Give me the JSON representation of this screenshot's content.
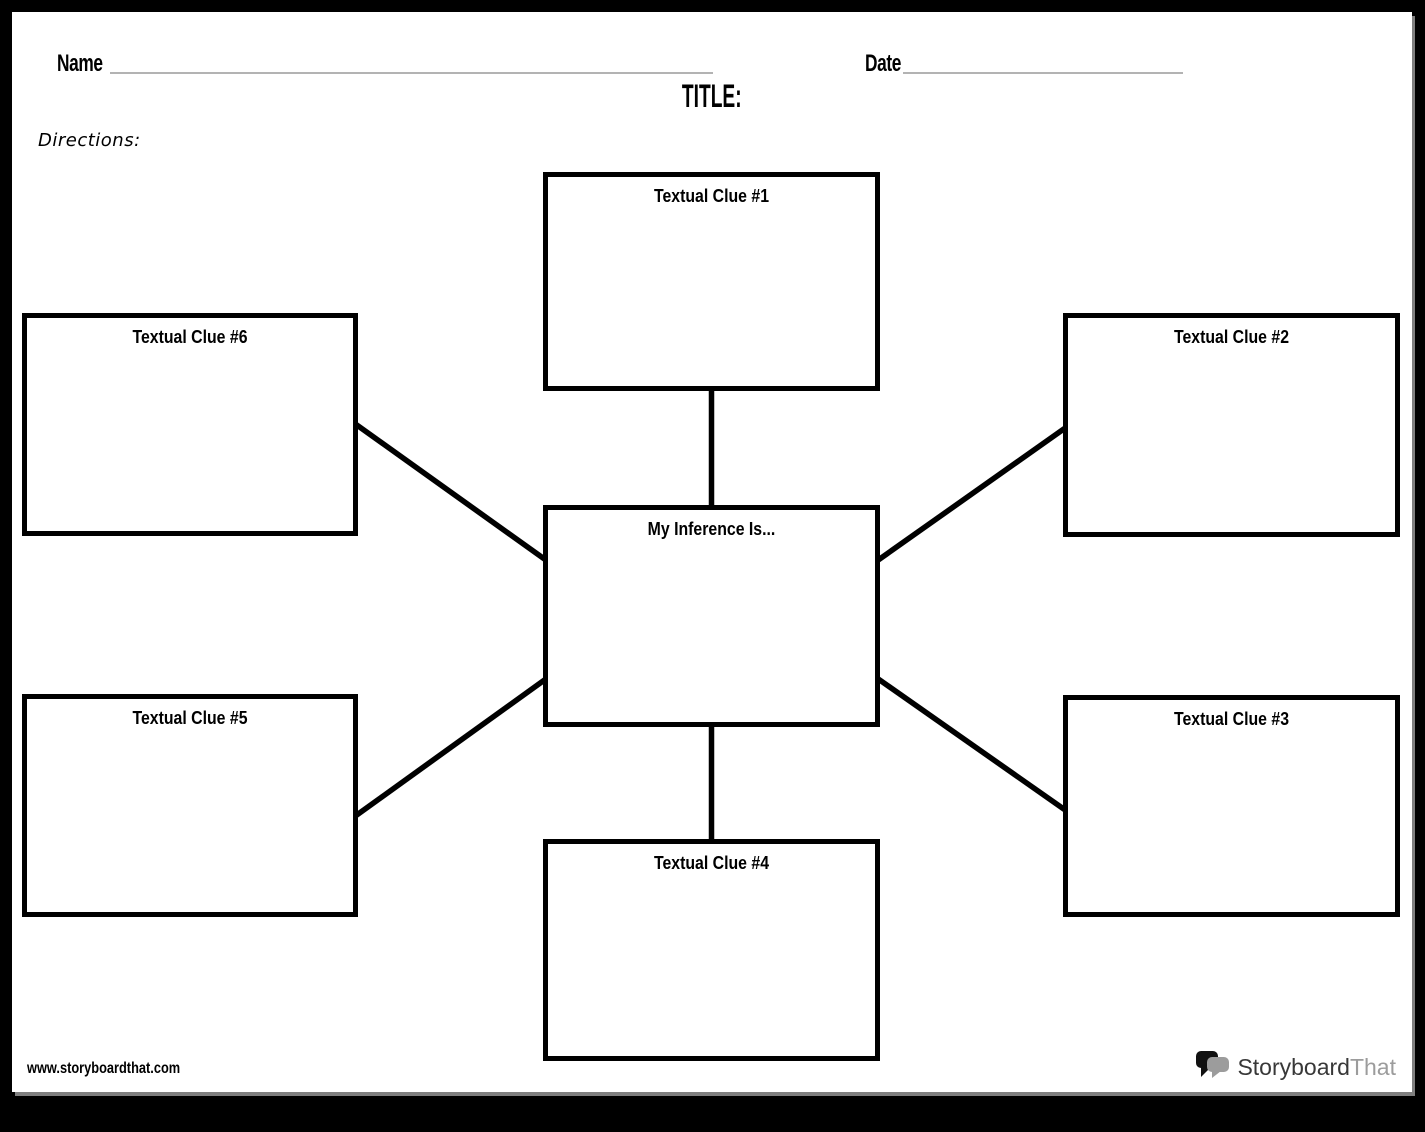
{
  "header": {
    "name_label": "Name",
    "name_value": "",
    "date_label": "Date",
    "date_value": "",
    "title_label": "TITLE:",
    "directions_label": "Directions:",
    "directions_value": ""
  },
  "diagram": {
    "center_label": "My Inference Is...",
    "center_value": "",
    "clues": [
      {
        "label": "Textual Clue #1",
        "value": ""
      },
      {
        "label": "Textual Clue #2",
        "value": ""
      },
      {
        "label": "Textual Clue #3",
        "value": ""
      },
      {
        "label": "Textual Clue #4",
        "value": ""
      },
      {
        "label": "Textual Clue #5",
        "value": ""
      },
      {
        "label": "Textual Clue #6",
        "value": ""
      }
    ]
  },
  "footer": {
    "website_url": "www.storyboardthat.com",
    "logo": {
      "icon": "speech-bubbles-icon",
      "primary": "Storyboard",
      "secondary": "That"
    }
  },
  "colors": {
    "frame": "#000000",
    "page": "#ffffff",
    "box_border": "#000000",
    "connector": "#000000",
    "underline": "#b3b3b3",
    "shadow": "#7f7f7f",
    "logo_primary": "#383838",
    "logo_secondary": "#9c9c9c"
  }
}
